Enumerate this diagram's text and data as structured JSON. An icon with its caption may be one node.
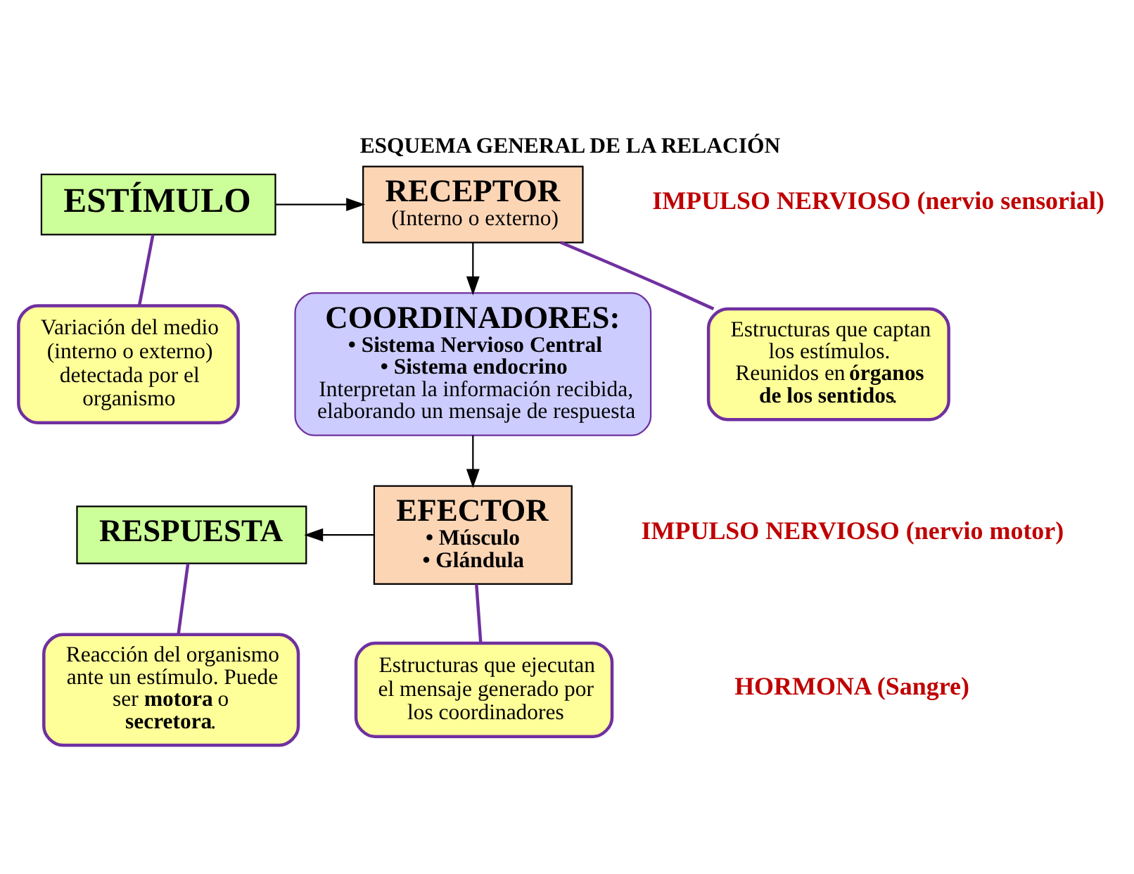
{
  "diagram": {
    "title": "ESQUEMA GENERAL DE LA RELACIÓN",
    "nodes": [
      {
        "text": [
          "ESTÍMULO"
        ]
      },
      {
        "text": [
          "RECEPTOR",
          "(Interno o externo)"
        ]
      },
      {
        "text": [
          "Variación del medio (interno o externo) detectada por el organismo"
        ]
      },
      {
        "text": [
          "Estructuras que captan los estímulos. Reunidos en **órganos de los sentidos**."
        ]
      },
      {
        "text": [
          "COORDINADORES:",
          "• Sistema Nervioso Central",
          "• Sistema endocrino",
          "Interpretan la información recibida, elaborando un mensaje de respuesta"
        ]
      },
      {
        "text": [
          "EFECTOR",
          "• Músculo",
          "• Glándula"
        ]
      },
      {
        "text": [
          "RESPUESTA"
        ]
      },
      {
        "text": [
          "Reacción del organismo ante un estímulo. Puede ser **motora** o **secretora**."
        ]
      },
      {
        "text": [
          "Estructuras que ejecutan el mensaje generado por los coordinadores"
        ]
      }
    ],
    "edges": [
      {
        "from": 0,
        "to": 1,
        "arrow": "to"
      },
      {
        "from": 2,
        "to": 0,
        "arrow": "none",
        "color": "#7030a0"
      },
      {
        "from": 3,
        "to": 1,
        "arrow": "none",
        "color": "#7030a0"
      },
      {
        "from": 1,
        "to": 4,
        "arrow": "to"
      },
      {
        "from": 4,
        "to": 5,
        "arrow": "to"
      },
      {
        "from": 5,
        "to": 6,
        "arrow": "to"
      },
      {
        "from": 7,
        "to": 6,
        "arrow": "none",
        "color": "#7030a0"
      },
      {
        "from": 8,
        "to": 5,
        "arrow": "none",
        "color": "#7030a0"
      }
    ],
    "labels": [
      "IMPULSO NERVIOSO (nervio sensorial)",
      "IMPULSO NERVIOSO (nervio motor)",
      "HORMONA (Sangre)"
    ]
  }
}
